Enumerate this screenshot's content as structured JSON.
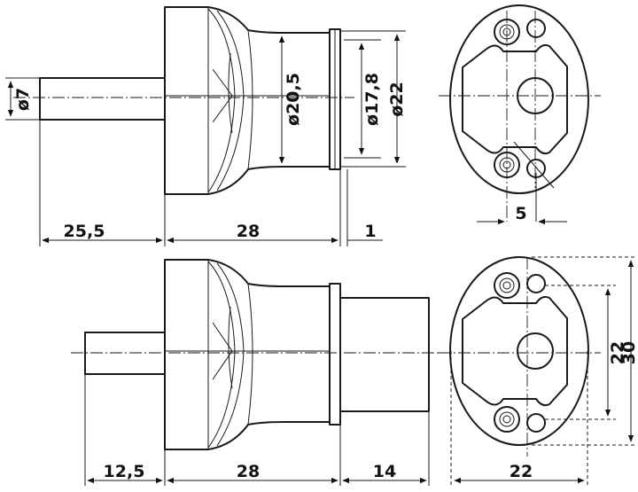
{
  "dimensions": {
    "shaft_diameter": "ø7",
    "body_diameter": "ø20,5",
    "groove_diameter": "ø17,8",
    "collar_diameter": "ø22",
    "pin_spacing": "5",
    "shaft_length_top": "25,5",
    "body_length_top": "28",
    "collar_width": "1",
    "shaft_length_bottom": "12,5",
    "body_length_bottom": "28",
    "extension_length": "14",
    "flange_width": "22",
    "hole_spacing": "22",
    "flange_height": "30"
  }
}
